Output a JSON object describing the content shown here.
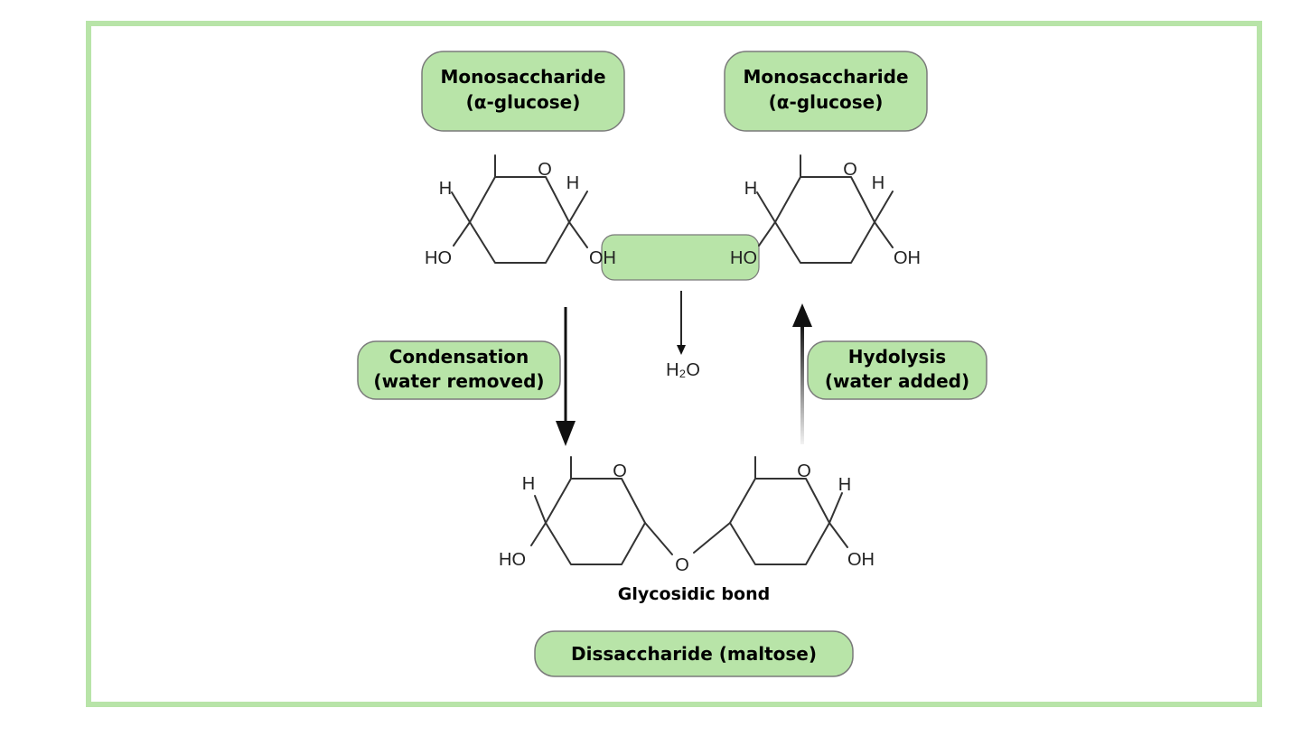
{
  "colors": {
    "frame": "#b8e4a8",
    "label_fill": "#b8e4a8",
    "label_stroke": "#7a7a7a",
    "arrow": "#111111",
    "hydrolysis_arrow_fade": "#e8e8e8"
  },
  "labels": {
    "mono_left": [
      "Monosaccharide",
      "(α-glucose)"
    ],
    "mono_right": [
      "Monosaccharide",
      "(α-glucose)"
    ],
    "condensation": [
      "Condensation",
      "(water removed)"
    ],
    "hydrolysis": [
      "Hydolysis",
      "(water added)"
    ],
    "glycosidic_bond": "Glycosidic bond",
    "disaccharide": "Dissaccharide (maltose)",
    "water": "H₂O"
  },
  "atoms": {
    "H": "H",
    "O": "O",
    "HO": "HO",
    "OH": "OH"
  },
  "icons": {
    "condensation_arrow": "arrow-down-icon",
    "hydrolysis_arrow": "arrow-up-icon",
    "water_release_arrow": "arrow-down-icon"
  }
}
